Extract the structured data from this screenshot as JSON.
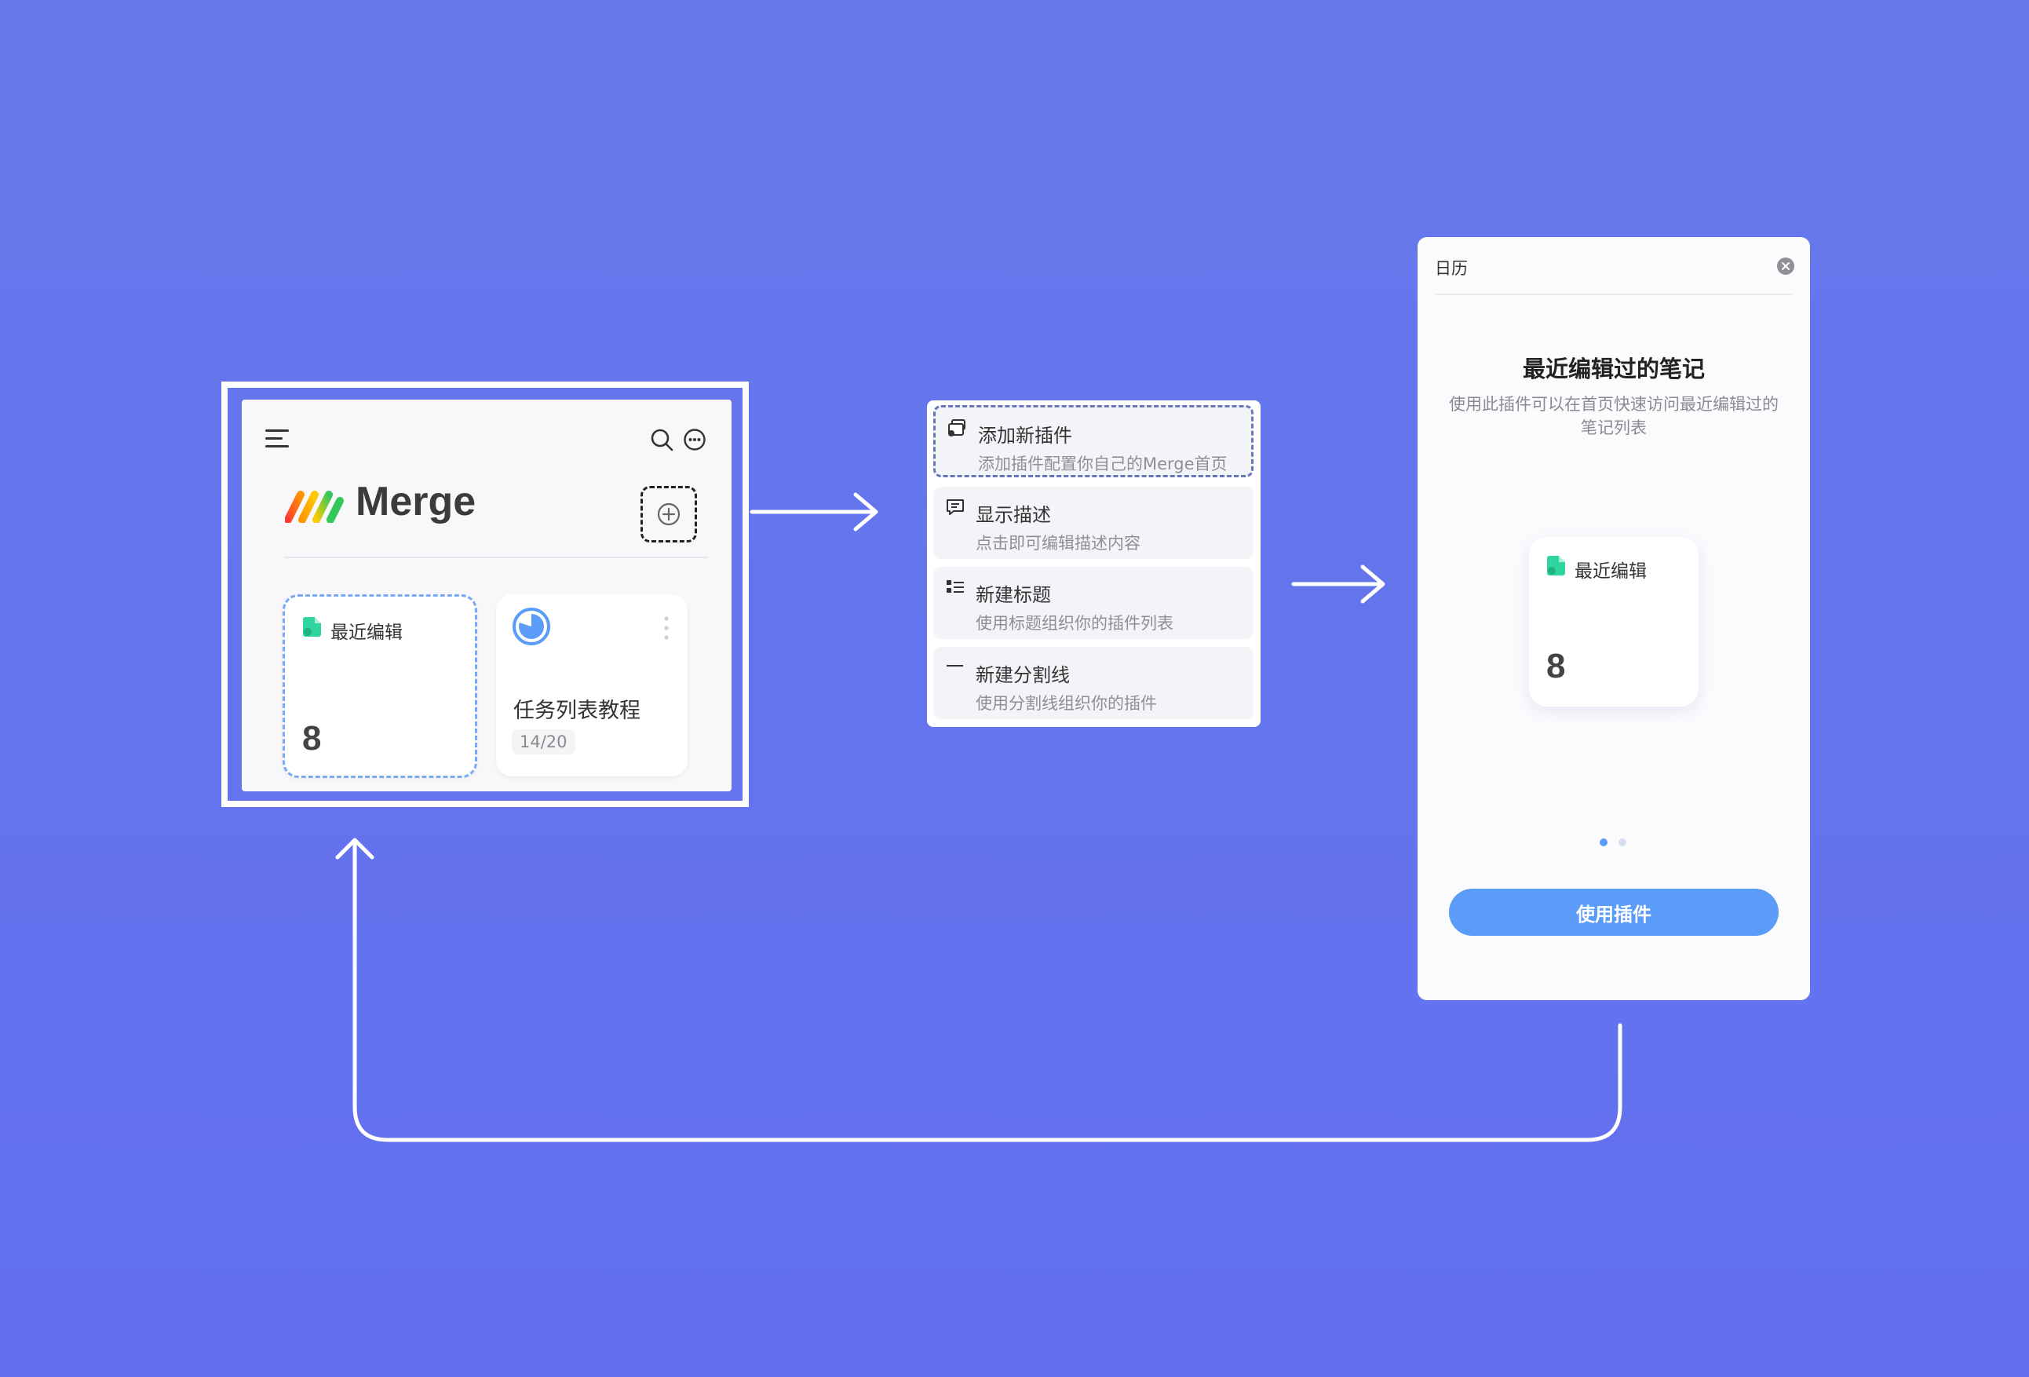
{
  "home": {
    "app_title": "Merge",
    "icons": [
      "menu-icon",
      "search-icon",
      "more-icon",
      "add-widget-icon"
    ],
    "widgets": {
      "recent": {
        "label": "最近编辑",
        "count": "8"
      },
      "task": {
        "title": "任务列表教程",
        "progress_text": "14/20",
        "progress": 0.7
      }
    }
  },
  "menu": {
    "items": [
      {
        "title": "添加新插件",
        "desc": "添加插件配置你自己的Merge首页",
        "icon": "widget-add-icon"
      },
      {
        "title": "显示描述",
        "desc": "点击即可编辑描述内容",
        "icon": "comment-icon"
      },
      {
        "title": "新建标题",
        "desc": "使用标题组织你的插件列表",
        "icon": "list-icon"
      },
      {
        "title": "新建分割线",
        "desc": "使用分割线组织你的插件",
        "icon": "divider-line-icon"
      }
    ]
  },
  "detail": {
    "header_title": "日历",
    "heading": "最近编辑过的笔记",
    "description": "使用此插件可以在首页快速访问最近编辑过的笔记列表",
    "preview": {
      "label": "最近编辑",
      "count": "8"
    },
    "page_indicator": {
      "current": 1,
      "total": 2
    },
    "button_label": "使用插件"
  },
  "colors": {
    "background": "#6473ee",
    "accent_blue": "#5a9cf8",
    "note_green": "#2fd4a0"
  }
}
